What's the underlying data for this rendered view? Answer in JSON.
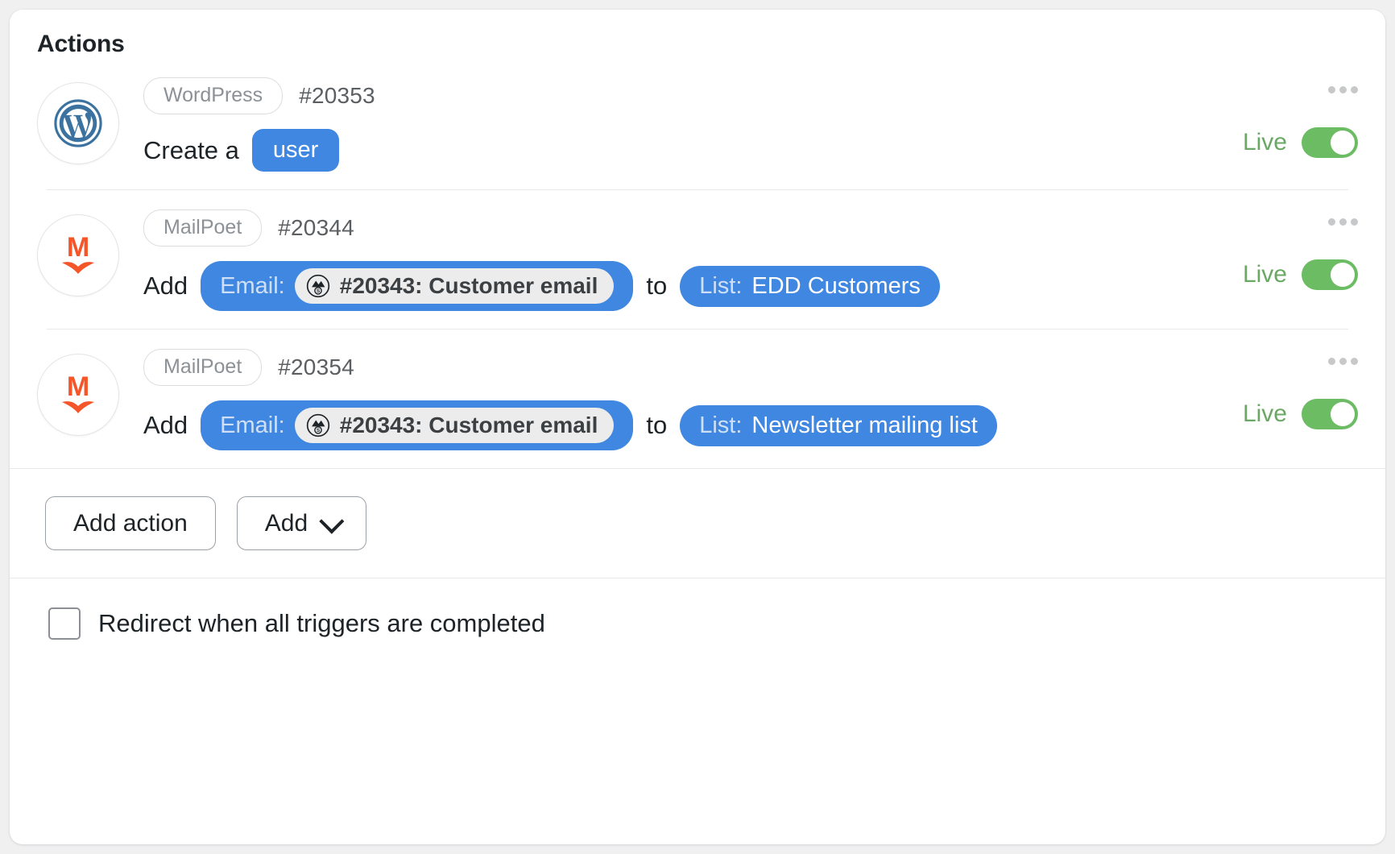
{
  "panel": {
    "title": "Actions"
  },
  "actions": [
    {
      "icon": "wordpress-icon",
      "app": "WordPress",
      "id": "#20353",
      "lead_text": "Create a",
      "token_simple": "user",
      "live_label": "Live",
      "toggle_state": "on",
      "menu": "more-options"
    },
    {
      "icon": "mailpoet-icon",
      "app": "MailPoet",
      "id": "#20344",
      "lead_text": "Add",
      "token_label": "Email:",
      "chip_icon": "edd-icon",
      "chip_text": "#20343: Customer email",
      "connector": "to",
      "token2_label": "List:",
      "token2_value": "EDD Customers",
      "live_label": "Live",
      "toggle_state": "on",
      "menu": "more-options"
    },
    {
      "icon": "mailpoet-icon",
      "app": "MailPoet",
      "id": "#20354",
      "lead_text": "Add",
      "token_label": "Email:",
      "chip_icon": "edd-icon",
      "chip_text": "#20343: Customer email",
      "connector": "to",
      "token2_label": "List:",
      "token2_value": "Newsletter mailing list",
      "live_label": "Live",
      "toggle_state": "on",
      "menu": "more-options"
    }
  ],
  "footer": {
    "add_action_label": "Add action",
    "add_label": "Add",
    "redirect_checkbox_label": "Redirect when all triggers are completed",
    "redirect_checked": false
  },
  "colors": {
    "accent_blue": "#3f87e0",
    "live_green": "#6cbc63",
    "live_text_green": "#6aa964",
    "wordpress_blue": "#3b72a0",
    "mailpoet_orange": "#f4562a",
    "chip_gray": "#ececec",
    "muted_text": "#8c9196"
  }
}
